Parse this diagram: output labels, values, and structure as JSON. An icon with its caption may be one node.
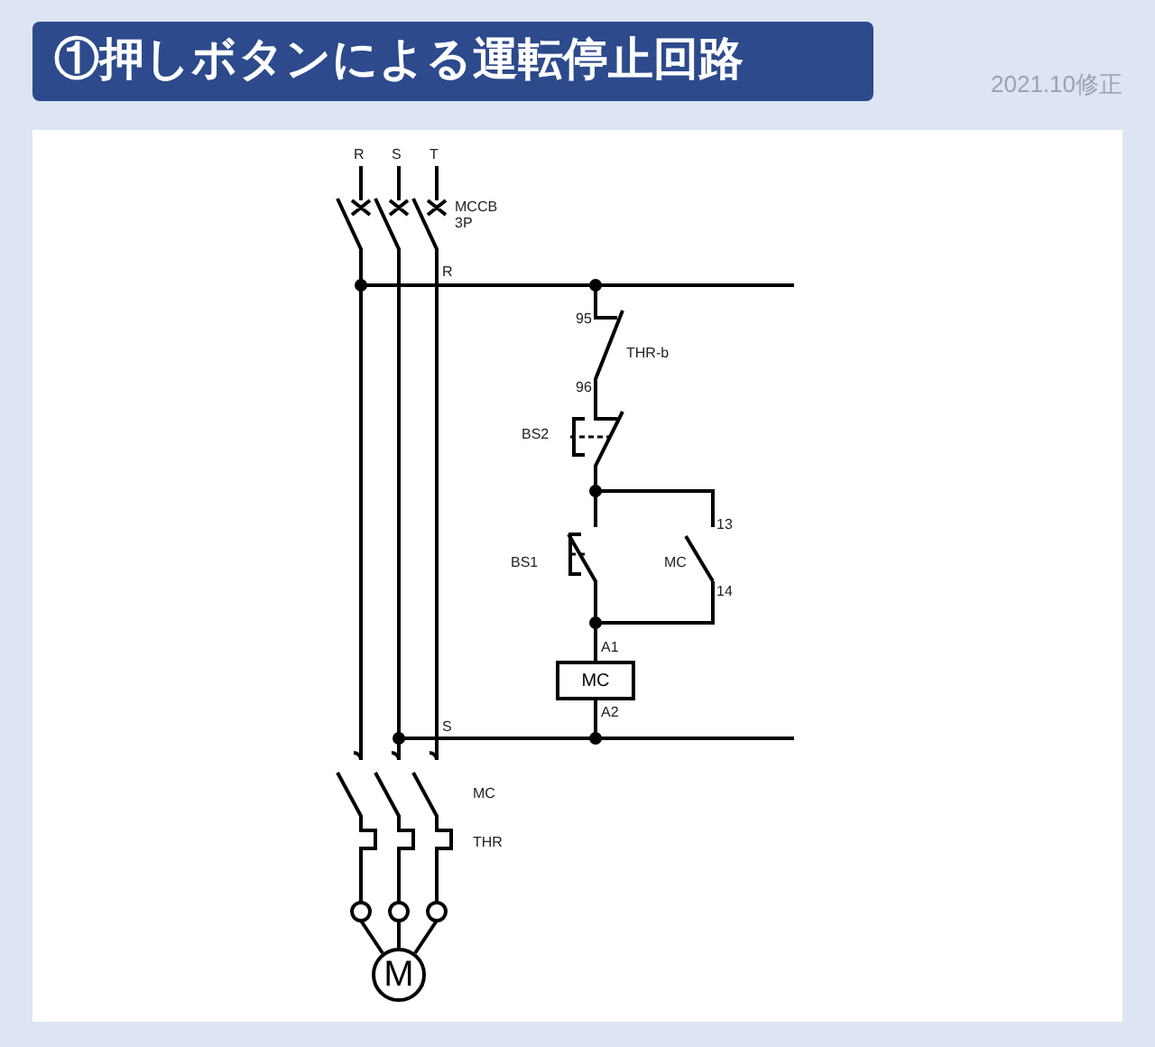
{
  "diagram": {
    "title": "①押しボタンによる運転停止回路",
    "nodes": [
      {
        "text": [
          "MC"
        ],
        "beside": [
          "A1",
          "A2"
        ]
      },
      {
        "text": [
          "M"
        ]
      }
    ],
    "labels": [
      "R",
      "S",
      "T",
      "MCCB 3P",
      "R",
      "95",
      "THR-b",
      "96",
      "BS2",
      "13",
      "BS1",
      "MC",
      "14",
      "S",
      "MC",
      "THR",
      "2021.10修正"
    ]
  }
}
